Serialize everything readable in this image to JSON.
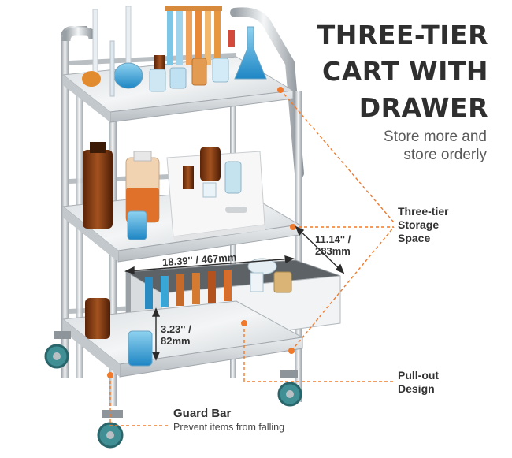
{
  "headline": {
    "line1": "THREE-TIER",
    "line2": "CART WITH",
    "line3": "DRAWER"
  },
  "subheadline": {
    "line1": "Store more and",
    "line2": "store orderly"
  },
  "callouts": {
    "storage": {
      "line1": "Three-tier",
      "line2": "Storage",
      "line3": "Space"
    },
    "drawer": {
      "line1": "Pull-out",
      "line2": "Design"
    },
    "guard": {
      "title": "Guard Bar",
      "subtitle": "Prevent items from falling"
    }
  },
  "dimensions": {
    "width": "18.39'' / 467mm",
    "depth_line1": "11.14'' /",
    "depth_line2": "283mm",
    "height_line1": "3.23'' /",
    "height_line2": "82mm"
  },
  "colors": {
    "accent_orange": "#f07a2c",
    "steel_light": "#eceff1",
    "steel_mid": "#c4c9cd",
    "steel_dark": "#8e959a",
    "caster_teal": "#3f8f95",
    "glass_blue": "#3aa6d8",
    "amber_glass": "#8a3d12"
  }
}
